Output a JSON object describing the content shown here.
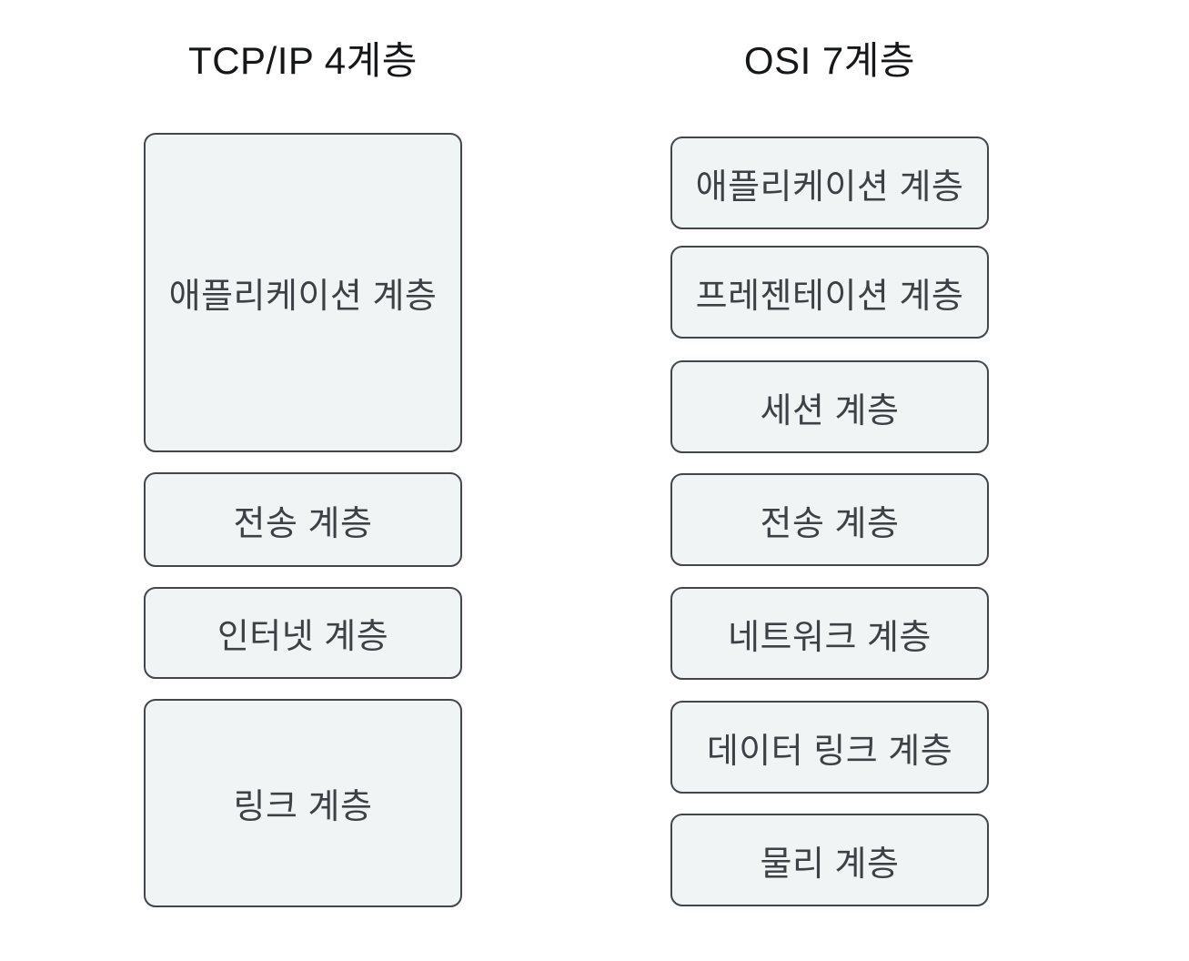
{
  "diagram": {
    "tcpip": {
      "title": "TCP/IP 4계층",
      "layers": [
        {
          "label": "애플리케이션 계층"
        },
        {
          "label": "전송 계층"
        },
        {
          "label": "인터넷 계층"
        },
        {
          "label": "링크 계층"
        }
      ]
    },
    "osi": {
      "title": "OSI 7계층",
      "layers": [
        {
          "label": "애플리케이션 계층"
        },
        {
          "label": "프레젠테이션 계층"
        },
        {
          "label": "세션 계층"
        },
        {
          "label": "전송 계층"
        },
        {
          "label": "네트워크 계층"
        },
        {
          "label": "데이터 링크 계층"
        },
        {
          "label": "물리 계층"
        }
      ]
    },
    "colors": {
      "background": "#ffffff",
      "box_fill": "#f0f4f5",
      "box_border": "#42474b",
      "box_text": "#3c4145",
      "title_text": "#161718"
    }
  }
}
